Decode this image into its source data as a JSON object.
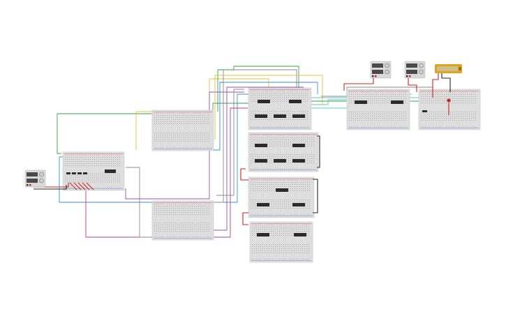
{
  "canvas": {
    "background": "#ffffff"
  },
  "colors": {
    "board": "#dedede",
    "board_edge": "#c9c9c9",
    "hole": "#9a9a9a",
    "rail_red": "#d63a3a",
    "rail_blue": "#4a6fd0",
    "chip": "#2b2b2b",
    "wire_green": "#3aa04a",
    "wire_yellow": "#e3c03c",
    "wire_blue": "#3b8ed8",
    "wire_purple": "#9a4fb4",
    "wire_magenta": "#c0398a",
    "wire_cyan": "#5cc7c9",
    "wire_gray": "#8a8a8a",
    "wire_red": "#cc2222",
    "wire_black": "#222222",
    "supply_body": "#d9d9d9",
    "supply_screen": "#4a4a4a",
    "lcd_frame": "#e0a21f",
    "lcd_screen": "#c9c08a",
    "led": "#cc1f1f"
  },
  "components": {
    "breadboards": [
      {
        "id": "bb-input"
      },
      {
        "id": "bb-mid-top"
      },
      {
        "id": "bb-mid-bottom"
      },
      {
        "id": "bb-logic-1"
      },
      {
        "id": "bb-logic-2"
      },
      {
        "id": "bb-logic-3"
      },
      {
        "id": "bb-logic-4"
      },
      {
        "id": "bb-right-1"
      },
      {
        "id": "bb-right-2"
      }
    ],
    "power_supplies": [
      {
        "id": "supply-left"
      },
      {
        "id": "supply-top-1"
      },
      {
        "id": "supply-top-2"
      }
    ],
    "display": {
      "id": "lcd-display"
    },
    "led": {
      "id": "status-led"
    }
  }
}
